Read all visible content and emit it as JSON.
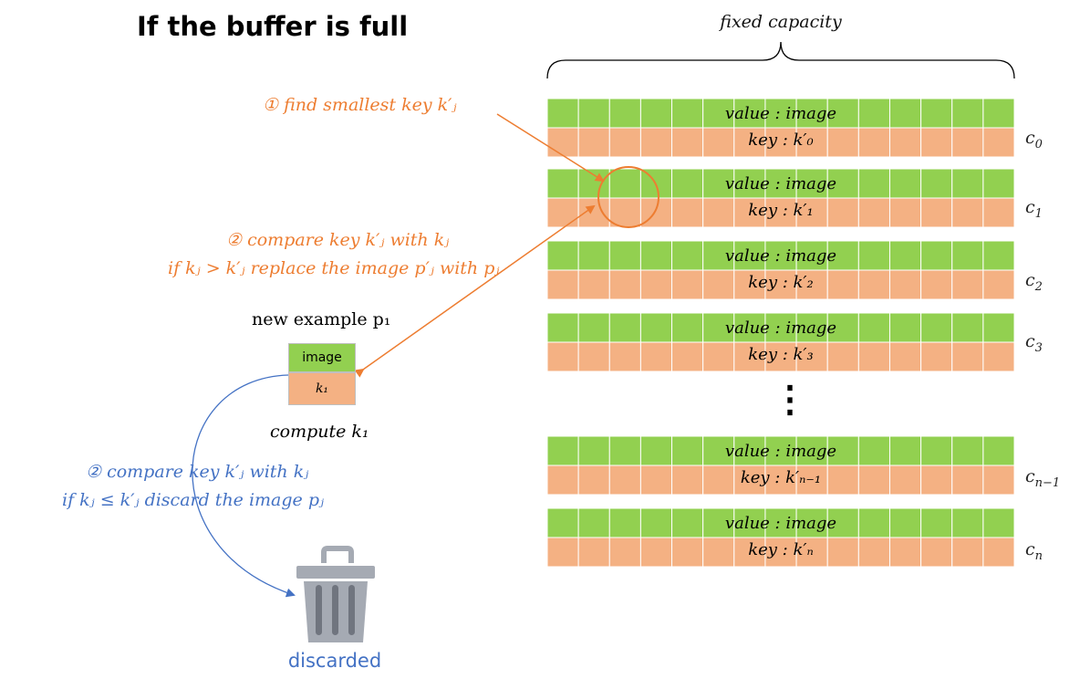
{
  "title": "If the buffer is full",
  "fixed_capacity_label": "fixed capacity",
  "buffer": {
    "value_label": "value : image",
    "key_prefix": "key : ",
    "rows": [
      {
        "key": "k′₀",
        "label": "c",
        "sub": "0"
      },
      {
        "key": "k′₁",
        "label": "c",
        "sub": "1"
      },
      {
        "key": "k′₂",
        "label": "c",
        "sub": "2"
      },
      {
        "key": "k′₃",
        "label": "c",
        "sub": "3"
      },
      {
        "key": "k′ₙ₋₁",
        "label": "c",
        "sub": "n−1"
      },
      {
        "key": "k′ₙ",
        "label": "c",
        "sub": "n"
      }
    ],
    "ellipsis": "⋮"
  },
  "step1": "① find smallest key k′ⱼ",
  "step2_orange_line1": "② compare key k′ⱼ with kⱼ",
  "step2_orange_line2": "if kⱼ > k′ⱼ replace the image p′ⱼ with pⱼ",
  "step2_blue_line1": "② compare key k′ⱼ with kⱼ",
  "step2_blue_line2": "if kⱼ ≤ k′ⱼ discard the image pⱼ",
  "new_example_label": "new example p₁",
  "new_example_image": "image",
  "new_example_key": "k₁",
  "compute_label": "compute k₁",
  "discarded_label": "discarded",
  "icons": [
    "trash-can-icon"
  ],
  "colors": {
    "value_row": "#92d050",
    "key_row": "#f4b183",
    "cell_border": "#ffffff",
    "orange": "#ed7d31",
    "blue": "#4472c4",
    "trash": "#a5aab3"
  }
}
